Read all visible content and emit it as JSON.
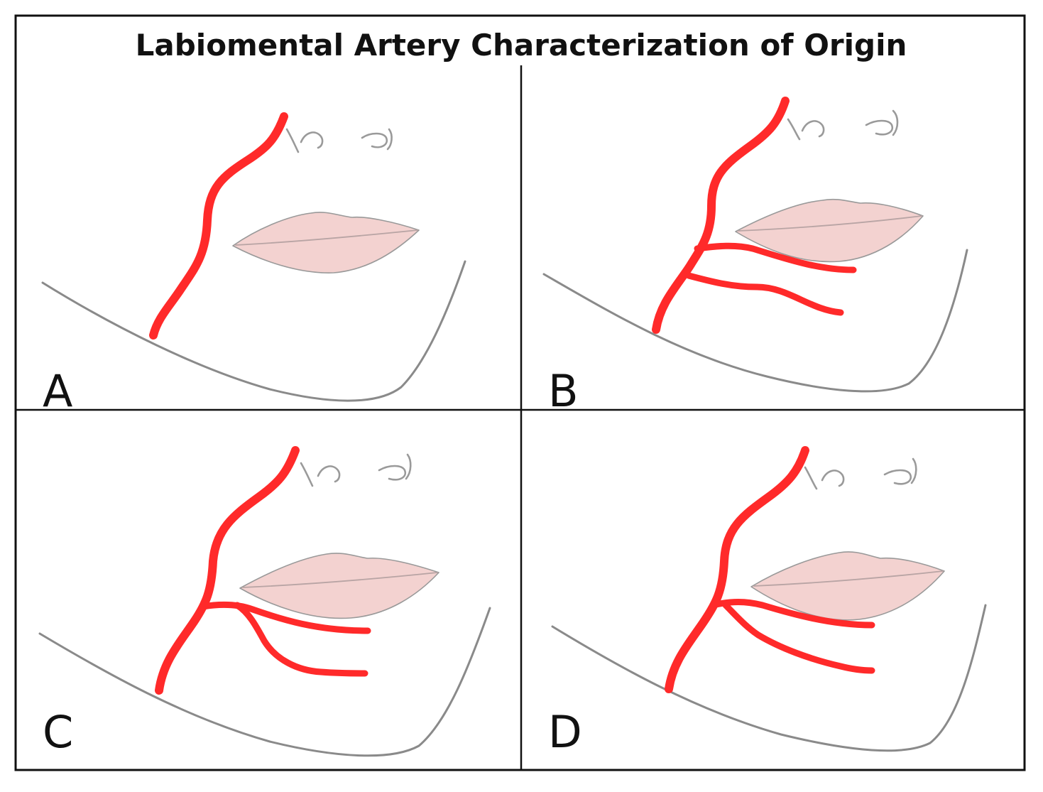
{
  "title": "Labiomental Artery Characterization of Origin",
  "colors": {
    "artery": "#ff2a2a",
    "lip": "#f3d2d0",
    "outline": "#8a8a8a",
    "frame": "#111111",
    "background": "#ffffff"
  },
  "panels": [
    {
      "label": "A"
    },
    {
      "label": "B"
    },
    {
      "label": "C"
    },
    {
      "label": "D"
    }
  ]
}
